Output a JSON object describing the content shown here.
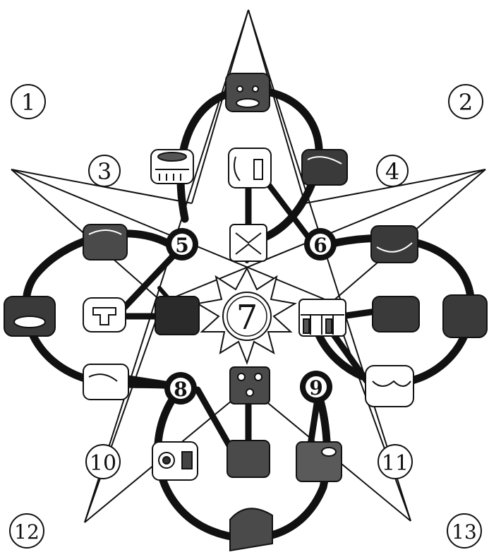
{
  "diagram": {
    "colors": {
      "ink": "#111111",
      "paper": "#ffffff",
      "shade": "#3a3a3a"
    },
    "corner_labels": {
      "c1": "1",
      "c2": "2",
      "c3": "12",
      "c4": "13"
    },
    "star_point_labels": {
      "p3": "3",
      "p4": "4",
      "p10": "10",
      "p11": "11"
    },
    "node_labels": {
      "n5": "5",
      "n6": "6",
      "n8": "8",
      "n9": "9"
    },
    "center_label": "7",
    "glyph_icons": [
      "face-glyph",
      "shell-glyph",
      "scroll-glyph",
      "jaguar-glyph",
      "serpent-glyph",
      "tau-glyph",
      "cross-glyph",
      "stone-glyph",
      "gate-glyph",
      "knot-glyph",
      "bone-glyph",
      "eye-glyph",
      "flower-glyph",
      "beast-glyph",
      "monkey-glyph",
      "lizard-glyph",
      "water-glyph",
      "vessel-glyph",
      "head-glyph"
    ]
  }
}
